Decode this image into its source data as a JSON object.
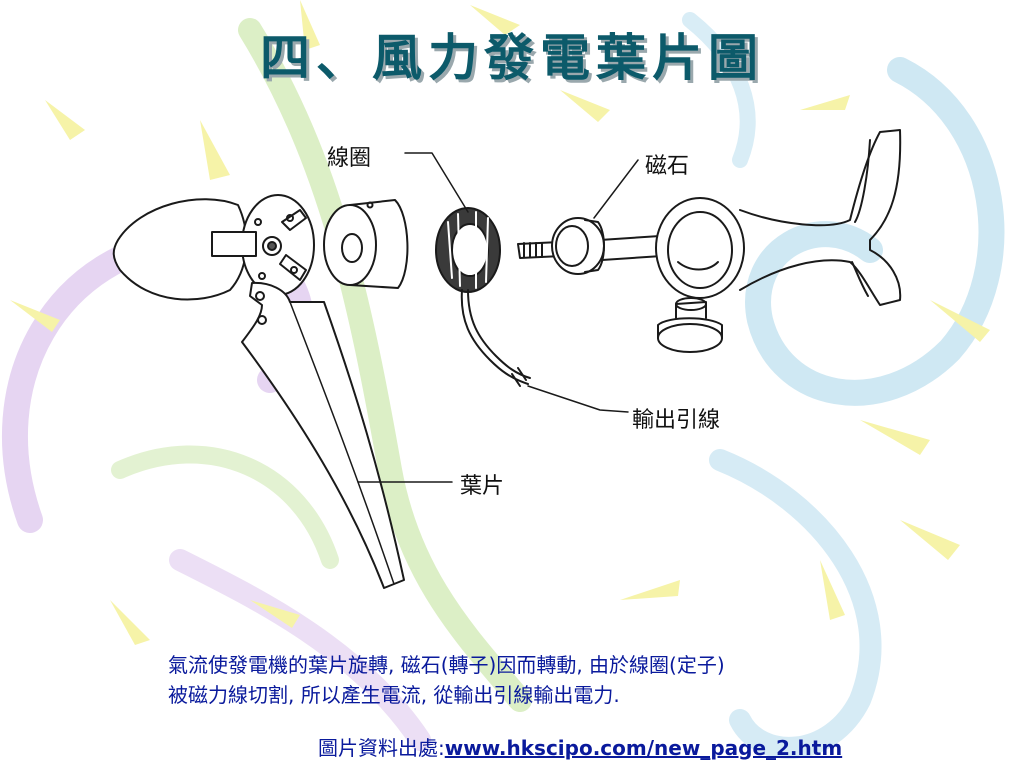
{
  "title": "四、風力發電葉片圖",
  "labels": {
    "coil": "線圈",
    "magnet": "磁石",
    "output_wire": "輸出引線",
    "blade": "葉片"
  },
  "caption": {
    "line1": "氣流使發電機的葉片旋轉, 磁石(轉子)因而轉動, 由於線圈(定子)",
    "line2": "被磁力線切割, 所以產生電流, 從輸出引線輸出電力."
  },
  "source": {
    "prefix": "圖片資料出處:",
    "link": "www.hkscipo.com/new_page_2.htm"
  },
  "colors": {
    "title": "#0c5a6a",
    "caption": "#0a1a9c",
    "swirl_blue": "#cfe8f3",
    "swirl_green": "#dcefc6",
    "swirl_purple": "#e6d5f2",
    "swirl_yellow": "#f6f3a8"
  }
}
